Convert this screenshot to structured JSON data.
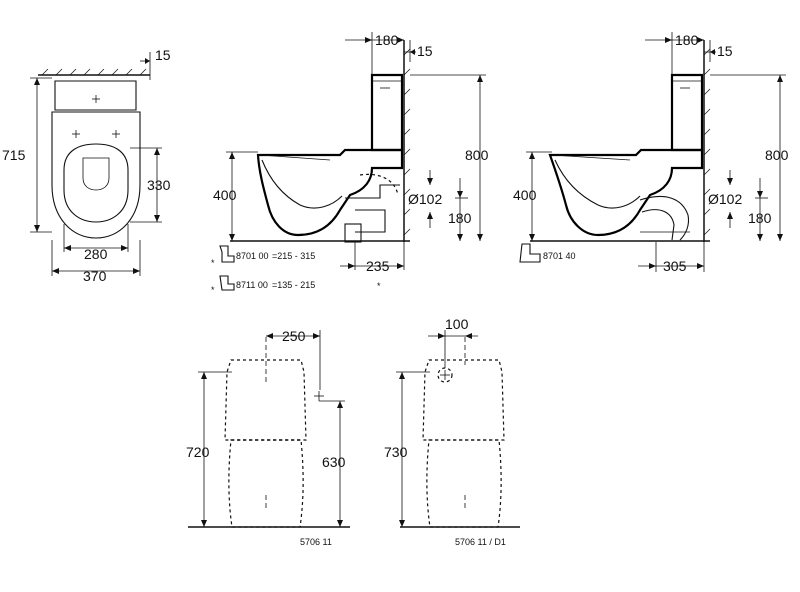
{
  "top_view": {
    "dim_gap": "15",
    "dim_depth": "715",
    "dim_seat_height": "330",
    "dim_inner_width": "280",
    "dim_width": "370"
  },
  "side_view_p_trap": {
    "dim_offset": "180",
    "dim_wall_gap": "15",
    "dim_height": "800",
    "dim_seat": "400",
    "dim_pipe": "Ø102",
    "dim_outlet_height": "180",
    "dim_outlet_depth": "235",
    "part_1_number": "8701 00",
    "part_1_range": "=215 - 315",
    "part_2_number": "8711 00",
    "part_2_range": "=135 - 215",
    "asterisk": "*"
  },
  "side_view_s_trap": {
    "dim_offset": "180",
    "dim_wall_gap": "15",
    "dim_height": "800",
    "dim_seat": "400",
    "dim_pipe": "Ø102",
    "dim_outlet_height": "180",
    "dim_outlet_depth": "305",
    "part_number": "8701 40"
  },
  "front_view": {
    "dim_width": "250",
    "dim_total_height": "720",
    "dim_inlet_height": "630",
    "model": "5706 11"
  },
  "front_view_d1": {
    "dim_width": "100",
    "dim_total_height": "730",
    "model": "5706 11 / D1"
  }
}
